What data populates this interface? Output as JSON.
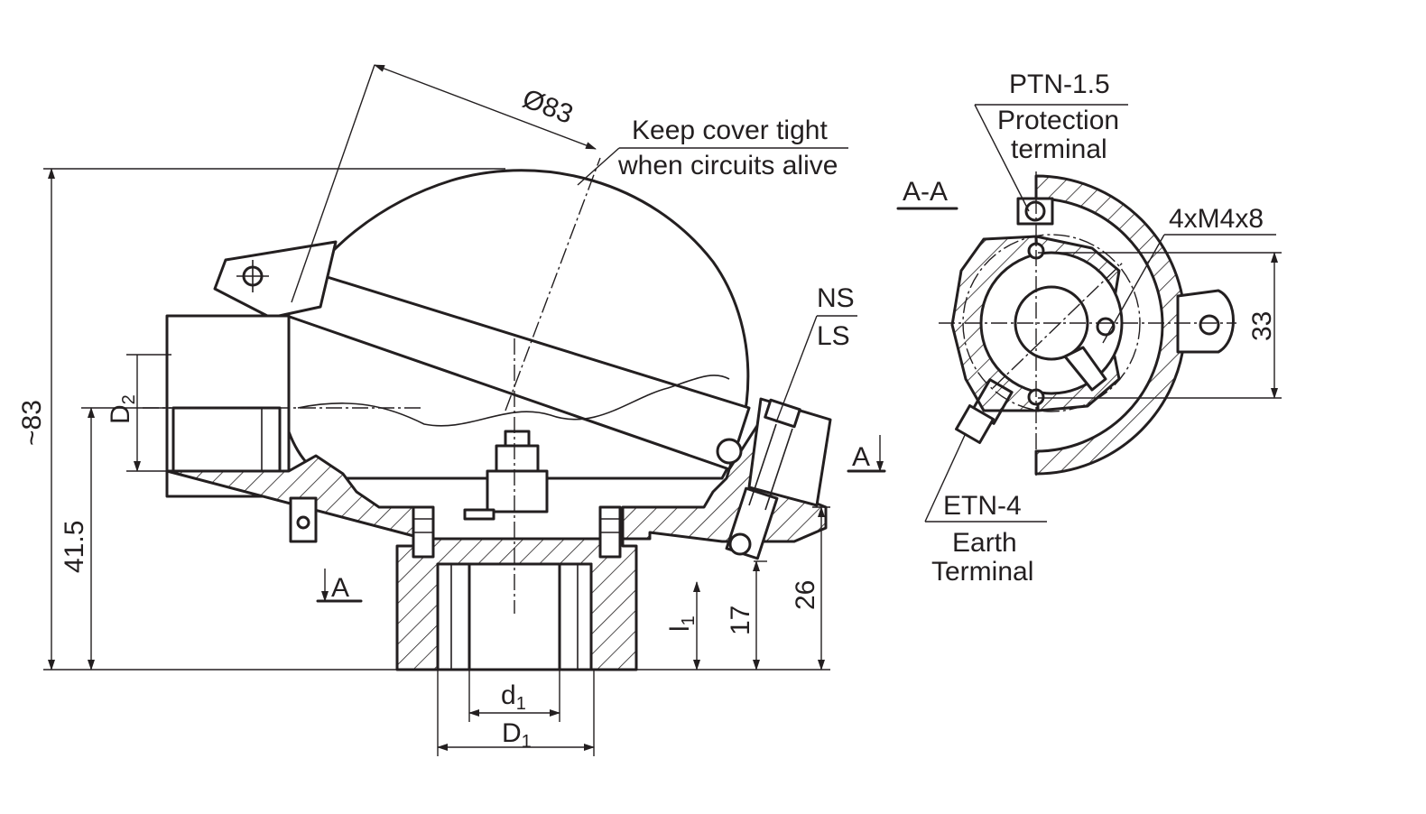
{
  "labels": {
    "diameter": "Ø83",
    "note_line1": "Keep cover tight",
    "note_line2": "when circuits alive",
    "ns": "NS",
    "ls": "LS",
    "section_top": "A",
    "section_bottom": "A",
    "section_title": "A-A",
    "ptn": "PTN-1.5",
    "protection_line1": "Protection",
    "protection_line2": "terminal",
    "screws": "4xM4x8",
    "dim_33": "33",
    "etn": "ETN-4",
    "earth_line1": "Earth",
    "earth_line2": "Terminal",
    "height_total": "~83",
    "height_mid": "41.5",
    "d2_main": "D",
    "d2_sub": "2",
    "l1_main": "l",
    "l1_sub": "1",
    "dim_17": "17",
    "dim_26": "26",
    "d1_small_main": "d",
    "d1_small_sub": "1",
    "d1_big_main": "D",
    "d1_big_sub": "1"
  }
}
